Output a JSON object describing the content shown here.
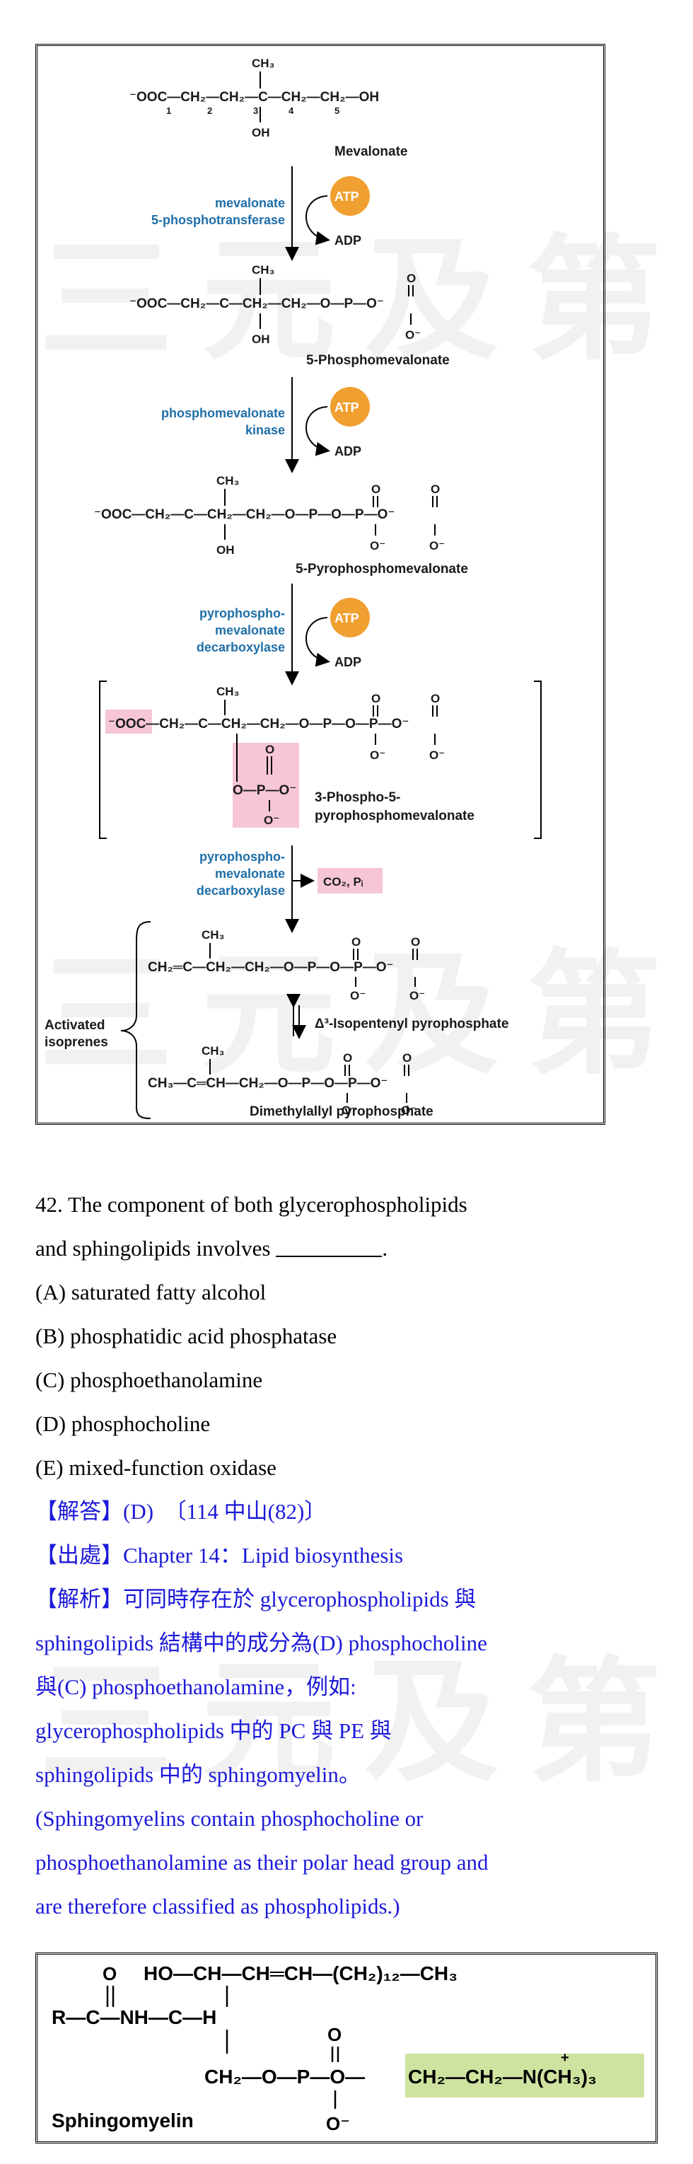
{
  "watermark": "三元及第",
  "pathway": {
    "mevalonate": {
      "ch3": "CH₃",
      "oh": "OH",
      "carbons": [
        "1",
        "2",
        "3",
        "4",
        "5"
      ],
      "name": "Mevalonate"
    },
    "step1": {
      "enzyme": [
        "mevalonate",
        "5-phosphotransferase"
      ],
      "atp": "ATP",
      "adp": "ADP"
    },
    "five_phospho": {
      "name": "5-Phosphomevalonate"
    },
    "step2": {
      "enzyme": [
        "phosphomevalonate",
        "kinase"
      ],
      "atp": "ATP",
      "adp": "ADP"
    },
    "pyro": {
      "name": "5-Pyrophosphomevalonate"
    },
    "step3": {
      "enzyme": [
        "pyrophospho-",
        "mevalonate",
        "decarboxylase"
      ],
      "atp": "ATP",
      "adp": "ADP"
    },
    "intermediate": {
      "name": [
        "3-Phospho-5-",
        "pyrophosphomevalonate"
      ]
    },
    "step4": {
      "enzyme": [
        "pyrophospho-",
        "mevalonate",
        "decarboxylase"
      ],
      "products": "CO₂, Pᵢ"
    },
    "activated": {
      "label": [
        "Activated",
        "isoprenes"
      ]
    },
    "ipp": {
      "name": "Δ³-Isopentenyl pyrophosphate"
    },
    "dmapp": {
      "name": "Dimethylallyl pyrophosphate"
    }
  },
  "question": {
    "stem_line1": "42. The component of both glycerophospholipids",
    "stem_line2": "and sphingolipids involves",
    "stem_end": ".",
    "options": [
      "(A) saturated fatty alcohol",
      "(B) phosphatidic acid phosphatase",
      "(C) phosphoethanolamine",
      "(D) phosphocholine",
      "(E) mixed-function oxidase"
    ]
  },
  "answer": {
    "line": "【解答】(D)　〔114 中山(82)〕",
    "source": "【出處】Chapter 14：Lipid biosynthesis",
    "analysis": [
      "【解析】可同時存在於 glycerophospholipids 與",
      "sphingolipids 結構中的成分為(D) phosphocholine",
      "與(C) phosphoethanolamine，例如:",
      "glycerophospholipids 中的 PC 與 PE 與",
      "sphingolipids 中的  sphingomyelin。",
      "(Sphingomyelins contain phosphocholine or",
      "phosphoethanolamine as their polar head group and",
      "are therefore classified as phospholipids.)"
    ]
  },
  "sphingomyelin": {
    "top": "HO—CH—CH═CH—(CH₂)₁₂—CH₃",
    "middle": "R—C—NH—C—H",
    "bottom": "CH₂—O—P—O—",
    "head": "CH₂—CH₂—N(CH₃)₃",
    "label": "Sphingomyelin",
    "o_top": "O",
    "o_minus": "O⁻",
    "plus": "+"
  },
  "colors": {
    "enzyme": "#1f6fa8",
    "atp": "#f0a030",
    "highlight": "#f6c6d8",
    "head_highlight": "#cfe3a0",
    "answer_text": "#1c19d9"
  }
}
